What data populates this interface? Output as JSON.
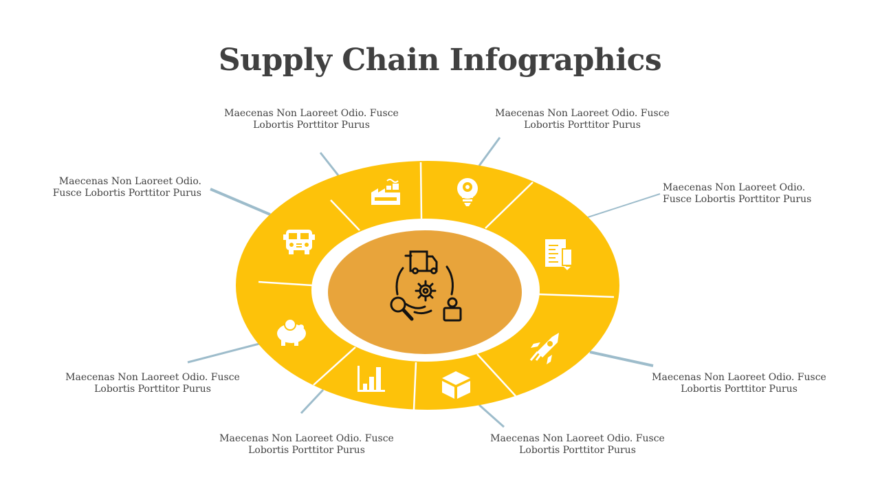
{
  "title": "Supply Chain Infographics",
  "colors": {
    "ring": "#FDC20A",
    "center": "#E8A43B",
    "connector": "#9DBCCB",
    "text": "#404040"
  },
  "center_icon": "supply-chain-cycle-icon",
  "segments": [
    {
      "icon": "factory-icon",
      "label": "Maecenas Non Laoreet Odio. Fusce Lobortis Porttitor Purus"
    },
    {
      "icon": "lightbulb-gear-icon",
      "label": "Maecenas Non Laoreet Odio. Fusce Lobortis Porttitor Purus"
    },
    {
      "icon": "document-pencil-icon",
      "label": "Maecenas Non Laoreet Odio. Fusce Lobortis Porttitor Purus"
    },
    {
      "icon": "rocket-icon",
      "label": "Maecenas Non Laoreet Odio. Fusce Lobortis Porttitor Purus"
    },
    {
      "icon": "box-icon",
      "label": "Maecenas Non Laoreet Odio. Fusce Lobortis Porttitor Purus"
    },
    {
      "icon": "bar-chart-icon",
      "label": "Maecenas Non Laoreet Odio. Fusce Lobortis Porttitor Purus"
    },
    {
      "icon": "piggy-bank-icon",
      "label": "Maecenas Non Laoreet Odio. Fusce Lobortis Porttitor Purus"
    },
    {
      "icon": "bus-icon",
      "label": "Maecenas Non Laoreet Odio. Fusce Lobortis Porttitor Purus"
    }
  ]
}
